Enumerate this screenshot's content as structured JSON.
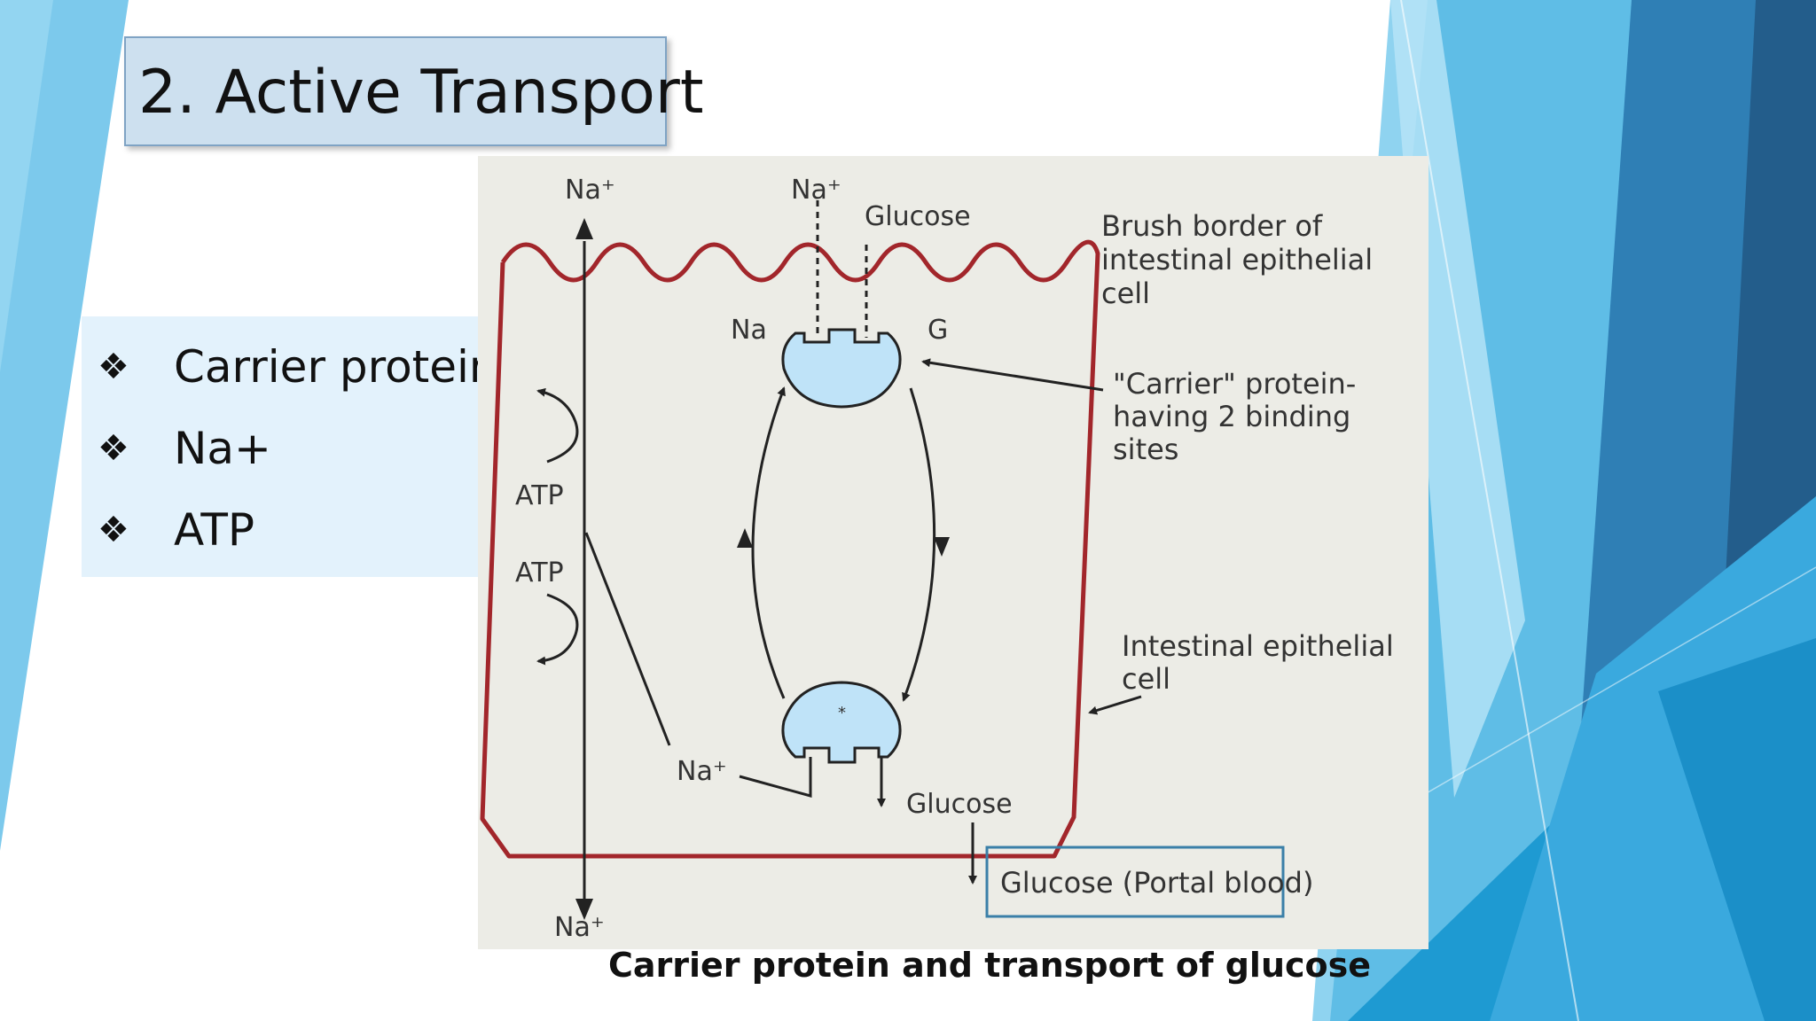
{
  "slide": {
    "title": "2. Active Transport",
    "bullets": [
      {
        "icon": "diamond-cluster-icon",
        "text": "Carrier protein"
      },
      {
        "icon": "diamond-cluster-icon",
        "text": "Na+"
      },
      {
        "icon": "diamond-cluster-icon",
        "text": "ATP"
      }
    ],
    "caption": "Carrier protein and transport of glucose"
  },
  "diagram": {
    "labels": {
      "na_top_left": "Na⁺",
      "na_top_center": "Na⁺",
      "glucose_top": "Glucose",
      "na_site": "Na",
      "g_site": "G",
      "atp_1": "ATP",
      "atp_2": "ATP",
      "na_bottom_inner": "Na⁺",
      "glucose_bottom": "Glucose",
      "na_bottom_outer": "Na⁺",
      "glucose_portal": "Glucose (Portal blood)",
      "brush_border": [
        "Brush border of",
        "intestinal epithelial",
        "cell"
      ],
      "carrier_protein": [
        "\"Carrier\" protein-",
        "having 2 binding",
        "sites"
      ],
      "epithelial_cell": [
        "Intestinal epithelial",
        "cell"
      ]
    }
  },
  "colors": {
    "membrane": "#a2262b",
    "carrier_fill": "#bfe3f8",
    "portal_box_border": "#3a7fa8",
    "title_box": "#cde0ef",
    "bullet_box": "#e3f2fc"
  }
}
